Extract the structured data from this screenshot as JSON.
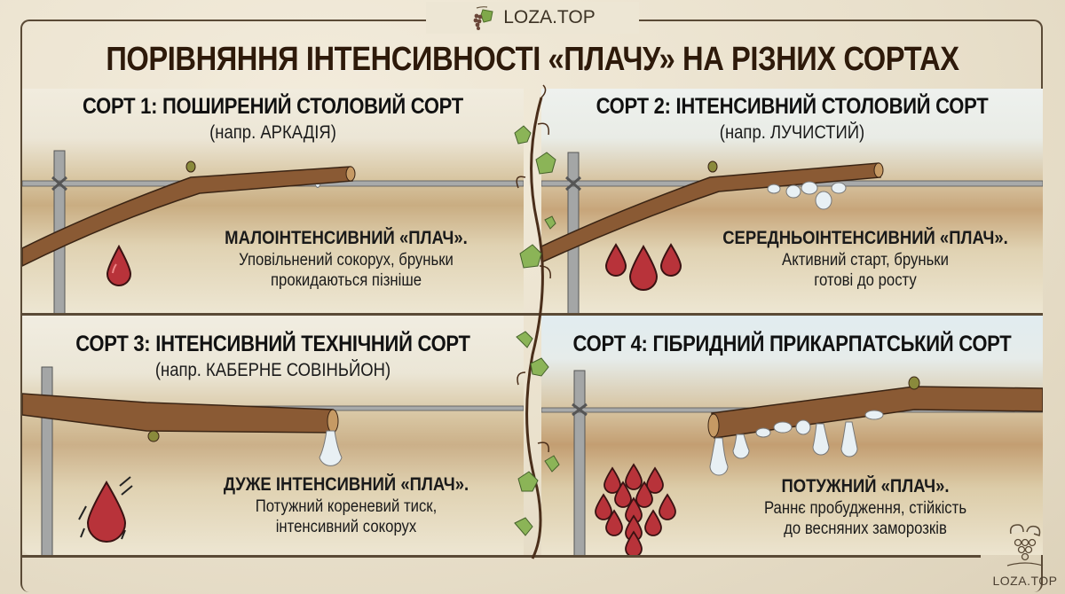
{
  "brand": {
    "name": "LOZA.TOP",
    "icon": "grape-leaf-icon"
  },
  "title": "ПОРІВНЯННЯ ІНТЕНСИВНОСТІ «ПЛАЧУ» НА РІЗНИХ СОРТАХ",
  "panels": [
    {
      "title": "СОРТ 1: ПОШИРЕНИЙ СТОЛОВИЙ СОРТ",
      "subtitle": "(напр. АРКАДІЯ)",
      "heading": "МАЛОІНТЕНСИВНИЙ «ПЛАЧ».",
      "text_line1": "Уповільнений сокорух, бруньки",
      "text_line2": "прокидаються пізніше",
      "drops": 1,
      "drop_color": "#b8333a"
    },
    {
      "title": "СОРТ 2: ІНТЕНСИВНИЙ СТОЛОВИЙ СОРТ",
      "subtitle": "(напр. ЛУЧИСТИЙ)",
      "heading": "СЕРЕДНЬОІНТЕНСИВНИЙ «ПЛАЧ».",
      "text_line1": "Активний старт, бруньки",
      "text_line2": "готові до росту",
      "drops": 3,
      "drop_color": "#b8333a"
    },
    {
      "title": "СОРТ 3: ІНТЕНСИВНИЙ ТЕХНІЧНИЙ СОРТ",
      "subtitle": "(напр. КАБЕРНЕ СОВІНЬЙОН)",
      "heading": "ДУЖЕ ІНТЕНСИВНИЙ «ПЛАЧ».",
      "text_line1": "Потужний кореневий тиск,",
      "text_line2": "інтенсивний сокорух",
      "drops": 1,
      "drop_color": "#b8333a"
    },
    {
      "title": "СОРТ 4: ГІБРИДНИЙ ПРИКАРПАТСЬКИЙ СОРТ",
      "subtitle": "",
      "heading": "ПОТУЖНИЙ «ПЛАЧ».",
      "text_line1": "Раннє пробудження, стійкість",
      "text_line2": "до весняних заморозків",
      "drops": 12,
      "drop_color": "#b8333a"
    }
  ],
  "footer_logo": {
    "name": "LOZA.TOP",
    "icon": "grape-bunch-icon"
  },
  "colors": {
    "frame": "#5a4a36",
    "title": "#2e1a0a",
    "drop": "#b8333a",
    "cane": "#7a4e2c",
    "leaf": "#7fa84a"
  }
}
